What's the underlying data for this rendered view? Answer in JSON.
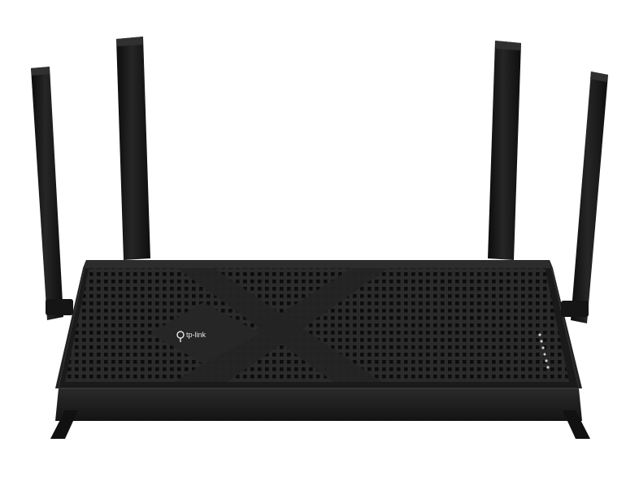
{
  "image": {
    "subject": "wifi-router",
    "background_color": "#ffffff",
    "body_color": "#1e1e1e",
    "antenna_color": "#151515",
    "accent_color": "#e8e8e8"
  },
  "router": {
    "brand_logo_text": "tp-link",
    "antenna_count": 4,
    "status_led_count": 6
  }
}
